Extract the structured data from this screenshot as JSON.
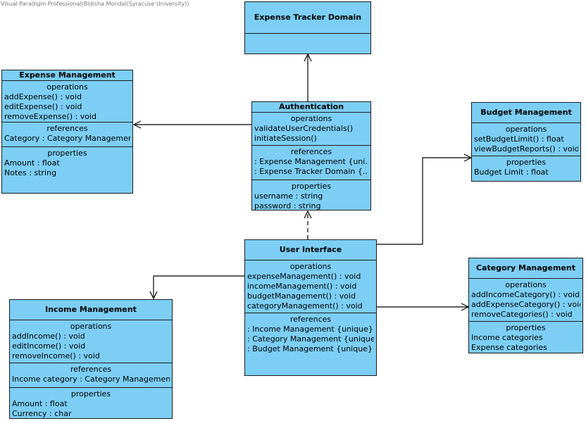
{
  "watermark": "Visual Paradigm Professional(Bidisha Mondal(Syracuse University))",
  "colors": {
    "class_fill": "#7ccef5",
    "border": "#1d1d1d"
  },
  "section_titles": {
    "operations": "operations",
    "references": "references",
    "properties": "properties"
  },
  "classes": {
    "expense_tracker_domain": {
      "name": "Expense Tracker Domain"
    },
    "expense_management": {
      "name": "Expense Management",
      "operations": [
        "addExpense() : void",
        "editExpense() : void",
        "removeExpense() : void"
      ],
      "references": [
        "Category : Category Management"
      ],
      "properties": [
        "Amount : float",
        "Notes : string"
      ]
    },
    "authentication": {
      "name": "Authentication",
      "operations": [
        "validateUserCredentials()",
        "initiateSession()"
      ],
      "references": [
        ": Expense Management {uni...",
        ": Expense Tracker Domain {..."
      ],
      "properties": [
        "username : string",
        "password : string"
      ]
    },
    "budget_management": {
      "name": "Budget Management",
      "operations": [
        "setBudgetLimit() : float",
        "viewBudgetReports() : void"
      ],
      "properties": [
        "Budget Limit : float"
      ]
    },
    "user_interface": {
      "name": "User Interface",
      "operations": [
        "expenseManagement() : void",
        "incomeManagement() : void",
        "budgetManagement() : void",
        "categoryManagement() : void"
      ],
      "references": [
        ": Income Management {unique}",
        ": Category Management {unique}",
        ": Budget Management {unique}"
      ]
    },
    "category_management": {
      "name": "Category Management",
      "operations": [
        "addIncomeCategory() : void",
        "addExpenseCategory() : void",
        "removeCategories() : void"
      ],
      "properties": [
        "Income categories",
        "Expense categories"
      ]
    },
    "income_management": {
      "name": "Income Management",
      "operations": [
        "addIncome() : void",
        "editIncome() : void",
        "removeIncome() : void"
      ],
      "references": [
        "Income category : Category Management"
      ],
      "properties": [
        "Amount : float",
        "Currency : char"
      ]
    }
  }
}
